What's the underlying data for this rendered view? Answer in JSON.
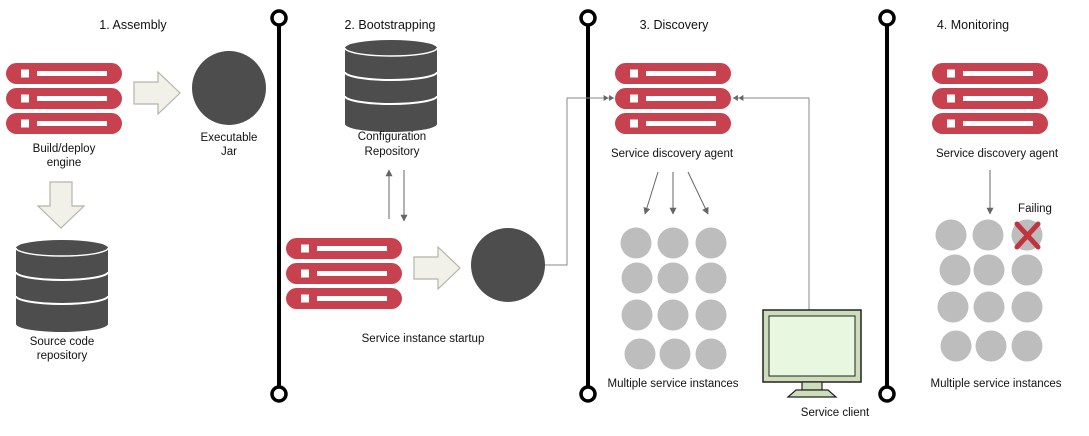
{
  "phases": {
    "assembly": "1. Assembly",
    "bootstrapping": "2. Bootstrapping",
    "discovery": "3. Discovery",
    "monitoring": "4. Monitoring"
  },
  "labels": {
    "build_deploy_engine": [
      "Build/deploy",
      "engine"
    ],
    "executable_jar": [
      "Executable",
      "Jar"
    ],
    "source_code_repository": [
      "Source code",
      "repository"
    ],
    "configuration_repository": [
      "Configuration",
      "Repository"
    ],
    "service_instance_startup": "Service instance startup",
    "service_discovery_agent_discovery": "Service discovery agent",
    "multiple_service_instances_discovery": "Multiple service instances",
    "service_client": "Service client",
    "service_discovery_agent_monitoring": "Service discovery agent",
    "failing": "Failing",
    "multiple_service_instances_monitoring": "Multiple service instances"
  },
  "colors": {
    "server_red": "#c8414f",
    "database_gray": "#4d4d4d",
    "instance_gray": "#bdbdbd",
    "failed_x": "#c0333f",
    "monitor_screen": "#e8f8e0",
    "monitor_frame": "#cddcb9"
  }
}
